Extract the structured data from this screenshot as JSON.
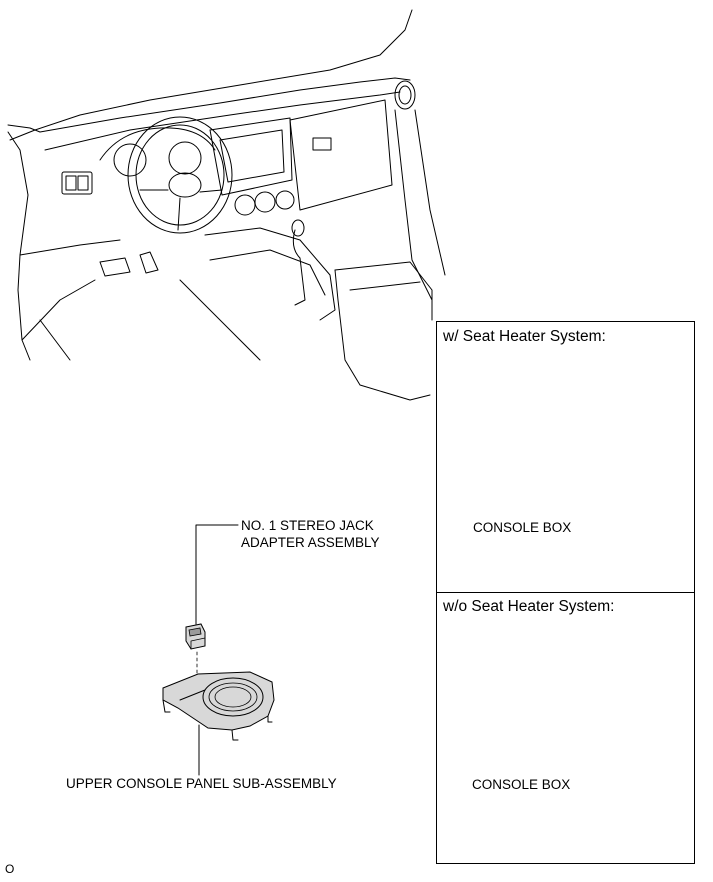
{
  "parts": {
    "stereo_jack": {
      "line1": "NO. 1 STEREO JACK",
      "line2": "ADAPTER ASSEMBLY"
    },
    "upper_console": {
      "label": "UPPER CONSOLE PANEL SUB-ASSEMBLY"
    }
  },
  "panels": [
    {
      "title": "w/ Seat Heater System:",
      "part_label": "CONSOLE BOX"
    },
    {
      "title": "w/o Seat Heater System:",
      "part_label": "CONSOLE BOX"
    }
  ],
  "footer": {
    "code": "O"
  }
}
